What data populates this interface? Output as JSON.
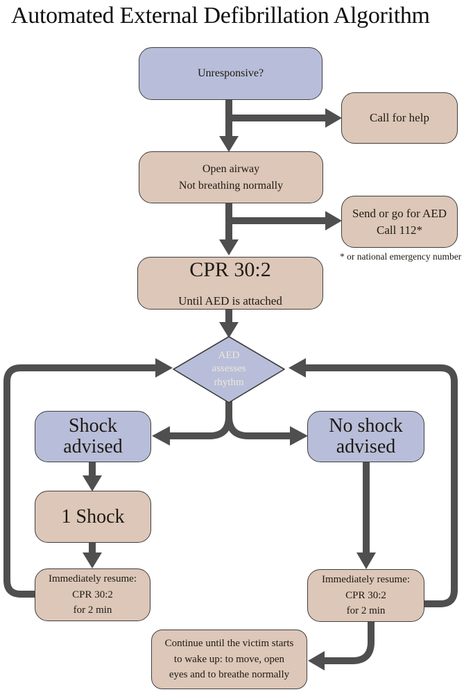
{
  "title": "Automated External Defibrillation Algorithm",
  "footnote": "* or national emergency number",
  "colors": {
    "decision_fill": "#b8bed9",
    "action_fill": "#dcc7b8",
    "arrow": "#4f4f4f",
    "box_border": "#3f3f3f",
    "diamond_text": "#ece6da",
    "text": "#1f1a14",
    "background": "#ffffff"
  },
  "nodes": {
    "unresponsive": {
      "text": "Unresponsive?"
    },
    "call_for_help": {
      "text": "Call for help"
    },
    "open_airway": {
      "text": "Open airway\nNot breathing normally"
    },
    "send_aed": {
      "text": "Send or go for AED\nCall 112*"
    },
    "cpr": {
      "heading": "CPR 30:2",
      "subtext": "Until AED is attached"
    },
    "aed_assesses": {
      "text": "AED\nassesses\nrhythm"
    },
    "shock_advised": {
      "text": "Shock\nadvised"
    },
    "no_shock_advised": {
      "text": "No shock\nadvised"
    },
    "one_shock": {
      "text": "1 Shock"
    },
    "resume_after_shock": {
      "text": "Immediately resume:\nCPR 30:2\nfor 2 min"
    },
    "resume_no_shock": {
      "text": "Immediately resume:\nCPR 30:2\nfor 2 min"
    },
    "continue_cpr": {
      "text": "Continue until the victim starts\nto wake up: to move, open\neyes and to breathe normally"
    }
  }
}
